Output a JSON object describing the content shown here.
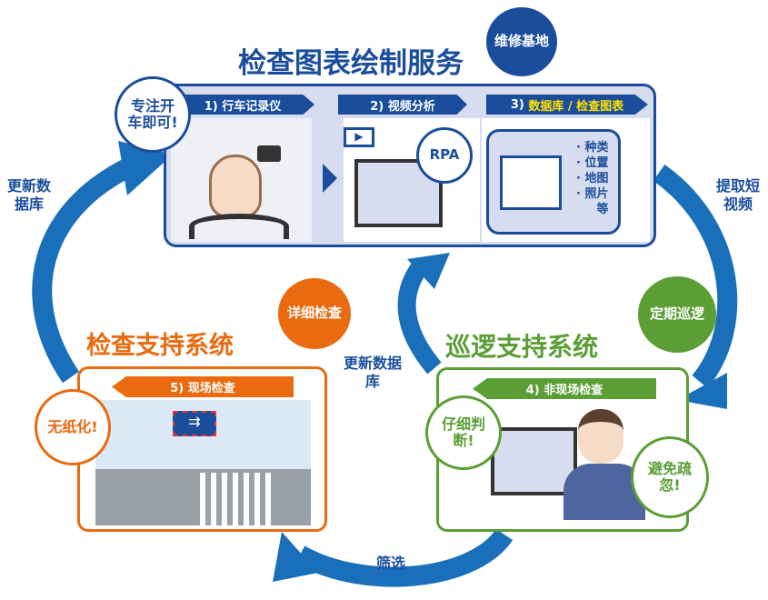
{
  "title": "检查图表绘制服务",
  "bubble_base": "维修基地",
  "bubble_driver": "专注开车即可!",
  "steps": [
    {
      "label": "1) 行车记录仪"
    },
    {
      "label": "2) 视频分析"
    },
    {
      "label_num": "3)",
      "label": "数据库 / 检查图表"
    }
  ],
  "rpa": "RPA",
  "attributes": [
    "· 种类",
    "· 位置",
    "· 地图",
    "· 照片",
    "等"
  ],
  "left_flow_label": "更新数据库",
  "right_flow_label": "提取短视频",
  "middle_flow_label": "更新数据库",
  "bottom_flow_label": "筛选",
  "inspection_system": {
    "title": "检查支持系统",
    "bubble": "详细检查",
    "step": "5) 现场检查",
    "paperless": "无纸化!"
  },
  "patrol_system": {
    "title": "巡逻支持系统",
    "bubble": "定期巡逻",
    "step": "4) 非现场检查",
    "careful": "仔细判断!",
    "avoid": "避免疏忽!"
  },
  "colors": {
    "blue": "#1a4e9c",
    "arrow": "#1a6fba",
    "orange": "#ea6a0f",
    "green": "#5a9e35",
    "yellow": "#ffe100"
  }
}
